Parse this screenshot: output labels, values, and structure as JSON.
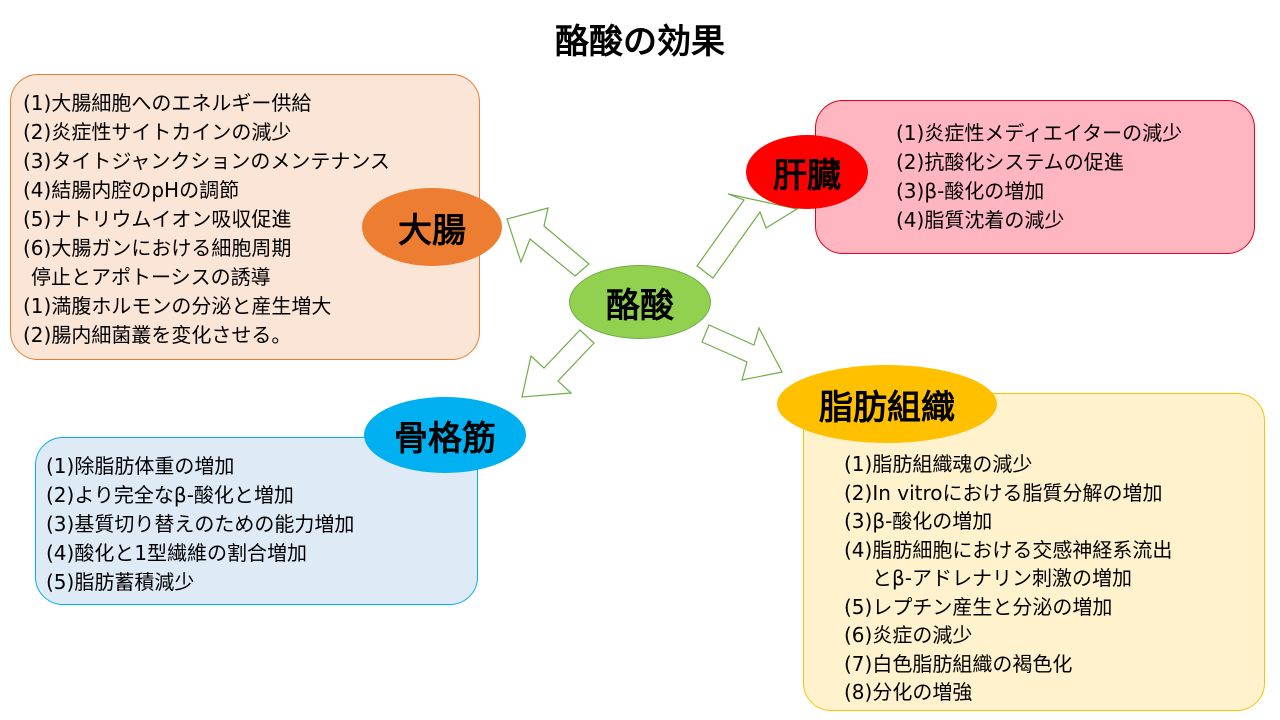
{
  "title": "酪酸の効果",
  "center": {
    "label": "酪酸"
  },
  "colon": {
    "label": "大腸",
    "items": [
      "(1)大腸細胞へのエネルギー供給",
      "(2)炎症性サイトカインの減少",
      "(3)タイトジャンクションのメンテナンス",
      "(4)結腸内腔のpHの調節",
      "(5)ナトリウムイオン吸収促進",
      "(6)大腸ガンにおける細胞周期",
      "停止とアポトーシスの誘導",
      "(1)満腹ホルモンの分泌と産生増大",
      "(2)腸内細菌叢を変化させる。"
    ]
  },
  "liver": {
    "label": "肝臓",
    "items": [
      "(1)炎症性メディエイターの減少",
      "(2)抗酸化システムの促進",
      "(3)β-酸化の増加",
      "(4)脂質沈着の減少"
    ]
  },
  "muscle": {
    "label": "骨格筋",
    "items": [
      "(1)除脂肪体重の増加",
      "(2)より完全なβ-酸化と増加",
      "(3)基質切り替えのための能力増加",
      "(4)酸化と1型繊維の割合増加",
      "(5)脂肪蓄積減少"
    ]
  },
  "fat": {
    "label": "脂肪組織",
    "items": [
      "(1)脂肪組織魂の減少",
      "(2)In vitroにおける脂質分解の増加",
      "(3)β-酸化の増加",
      "(4)脂肪細胞における交感神経系流出",
      "とβ-アドレナリン刺激の増加",
      "(5)レプチン産生と分泌の増加",
      "(6)炎症の減少",
      "(7)白色脂肪組織の褐色化",
      "(8)分化の増強"
    ]
  },
  "colors": {
    "center": "#92d050",
    "colon": "#ed7d31",
    "liver": "#ff0000",
    "muscle": "#00b0f0",
    "fat": "#ffc000",
    "arrow_stroke": "#70ad47"
  }
}
